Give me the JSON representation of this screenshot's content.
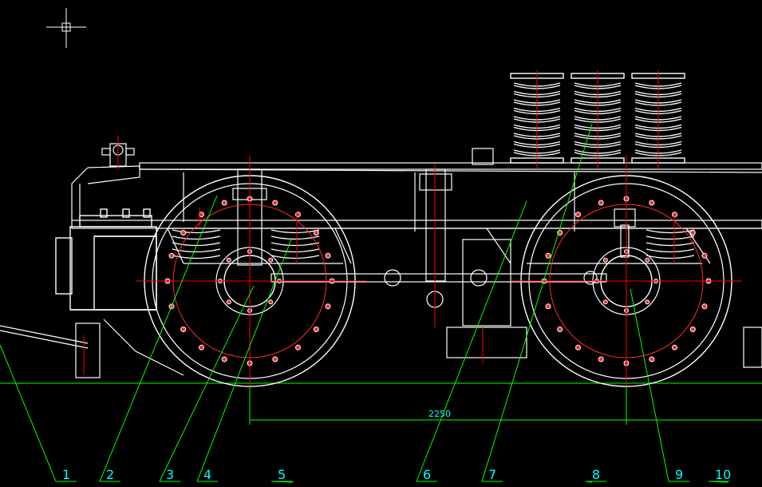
{
  "colors": {
    "background": "#000000",
    "outline": "#ffffff",
    "centerline": "#ff0000",
    "leader": "#00ff00",
    "label": "#00ffff",
    "hole": "#ff2a2a"
  },
  "drawing": {
    "dimension_label": "2250",
    "part_labels": [
      "1",
      "2",
      "3",
      "4",
      "5",
      "6",
      "7",
      "8",
      "9",
      "10"
    ]
  },
  "icons": {
    "cursor": "crosshair-cursor-icon"
  }
}
